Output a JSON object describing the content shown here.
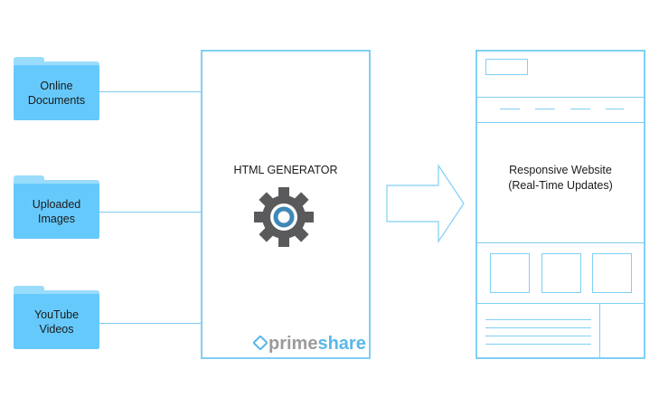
{
  "sources": [
    {
      "line1": "Online",
      "line2": "Documents"
    },
    {
      "line1": "Uploaded",
      "line2": "Images"
    },
    {
      "line1": "YouTube",
      "line2": "Videos"
    }
  ],
  "generator": {
    "title": "HTML GENERATOR",
    "icon": "gear-icon",
    "logo_prefix": "prime",
    "logo_suffix": "share"
  },
  "website": {
    "line1": "Responsive Website",
    "line2": "(Real-Time Updates)"
  },
  "colors": {
    "folder": "#66c9fb",
    "border": "#7fd0f5",
    "gear": "#5a5a5c",
    "gear_ring": "#3f88b8",
    "logo_gray": "#9b9b9b",
    "logo_blue": "#5ab8e8"
  }
}
